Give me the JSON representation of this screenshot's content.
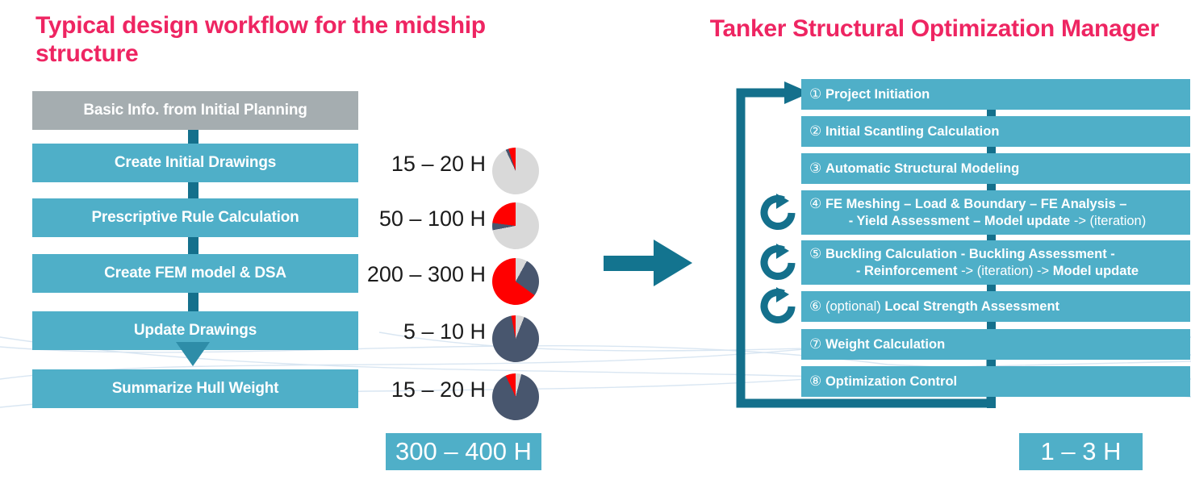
{
  "titles": {
    "left": "Typical design workflow for the midship structure",
    "right": "Tanker Structural Optimization Manager"
  },
  "colors": {
    "accent_pink": "#ee2562",
    "box_teal": "#4FAFC8",
    "line_teal": "#14708C",
    "grey_box": "#A5ADB0",
    "pie_red": "#ff0000",
    "pie_navy": "#48566E",
    "pie_grey": "#d9d9d9"
  },
  "left_workflow": {
    "steps": [
      {
        "label": "Basic Info. from Initial Planning",
        "style": "grey",
        "hours": ""
      },
      {
        "label": "Create Initial Drawings",
        "style": "teal",
        "hours": "15 – 20 H"
      },
      {
        "label": "Prescriptive Rule Calculation",
        "style": "teal",
        "hours": "50 – 100 H"
      },
      {
        "label": "Create FEM model & DSA",
        "style": "teal",
        "hours": "200 – 300 H"
      },
      {
        "label": "Update Drawings",
        "style": "teal",
        "hours": "5 – 10 H"
      },
      {
        "label": "Summarize Hull Weight",
        "style": "teal",
        "hours": "15 – 20 H"
      }
    ],
    "total": "300 – 400 H"
  },
  "right_workflow": {
    "steps": [
      {
        "num": "①",
        "lines": [
          [
            {
              "t": "Project Initiation",
              "b": true
            }
          ]
        ],
        "loop": false
      },
      {
        "num": "②",
        "lines": [
          [
            {
              "t": "Initial Scantling Calculation",
              "b": true
            }
          ]
        ],
        "loop": false
      },
      {
        "num": "③",
        "lines": [
          [
            {
              "t": "Automatic Structural Modeling",
              "b": true
            }
          ]
        ],
        "loop": false
      },
      {
        "num": "④",
        "lines": [
          [
            {
              "t": "FE Meshing – Load & Boundary – FE Analysis –",
              "b": true
            }
          ],
          [
            {
              "t": "- Yield Assessment – Model update ",
              "b": true
            },
            {
              "t": "-> (iteration)",
              "b": false
            }
          ]
        ],
        "loop": true
      },
      {
        "num": "⑤",
        "lines": [
          [
            {
              "t": "Buckling Calculation - Buckling Assessment -",
              "b": true
            }
          ],
          [
            {
              "t": "- Reinforcement ",
              "b": true
            },
            {
              "t": "-> (iteration) -> ",
              "b": false
            },
            {
              "t": "Model update",
              "b": true
            }
          ]
        ],
        "loop": true
      },
      {
        "num": "⑥",
        "lines": [
          [
            {
              "t": "(optional) ",
              "b": false
            },
            {
              "t": "Local Strength Assessment",
              "b": true
            }
          ]
        ],
        "loop": true
      },
      {
        "num": "⑦",
        "lines": [
          [
            {
              "t": "Weight Calculation",
              "b": true
            }
          ]
        ],
        "loop": false
      },
      {
        "num": "⑧",
        "lines": [
          [
            {
              "t": "Optimization Control",
              "b": true
            }
          ]
        ],
        "loop": false
      }
    ],
    "total": "1 – 3 H"
  },
  "chart_data": [
    {
      "type": "pie",
      "title": "Create Initial Drawings effort split",
      "labels": [
        "grey",
        "navy",
        "red"
      ],
      "values": [
        93,
        2,
        5
      ],
      "hours": "15 – 20 H"
    },
    {
      "type": "pie",
      "title": "Prescriptive Rule Calculation effort split",
      "labels": [
        "grey",
        "navy",
        "red"
      ],
      "values": [
        72,
        5,
        23
      ],
      "hours": "50 – 100 H"
    },
    {
      "type": "pie",
      "title": "Create FEM model & DSA effort split",
      "labels": [
        "grey",
        "navy",
        "red"
      ],
      "values": [
        8,
        27,
        65
      ],
      "hours": "200 – 300 H"
    },
    {
      "type": "pie",
      "title": "Update Drawings effort split",
      "labels": [
        "grey",
        "navy",
        "red"
      ],
      "values": [
        6,
        91,
        3
      ],
      "hours": "5 – 10 H"
    },
    {
      "type": "pie",
      "title": "Summarize Hull Weight effort split",
      "labels": [
        "grey",
        "navy",
        "red"
      ],
      "values": [
        4,
        89,
        7
      ],
      "hours": "15 – 20 H"
    }
  ]
}
